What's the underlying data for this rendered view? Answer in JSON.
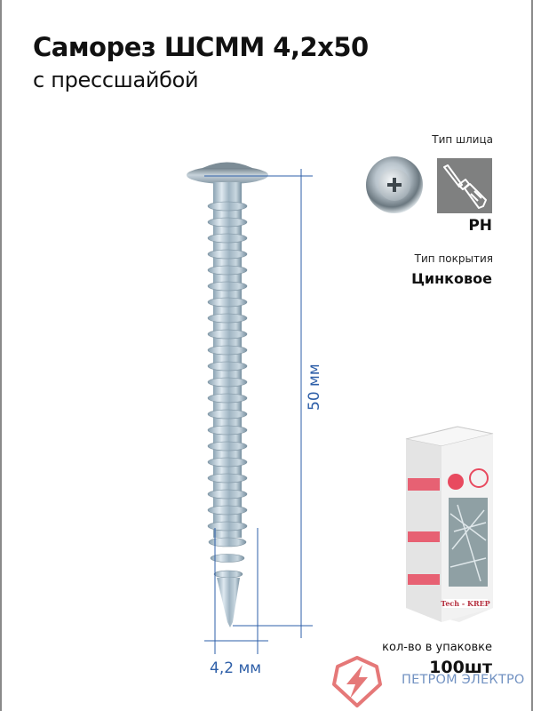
{
  "product": {
    "title": "Саморез ШСММ 4,2х50",
    "subtitle": "с прессшайбой"
  },
  "specs": {
    "slot_type_label": "Тип шлица",
    "slot_type_value": "PH",
    "coating_label": "Тип покрытия",
    "coating_value": "Цинковое",
    "package_label": "кол-во в упаковке",
    "package_value": "100шт"
  },
  "dimensions": {
    "length": "50 мм",
    "diameter": "4,2 мм"
  },
  "packaging": {
    "brand": "Tech - KREP"
  },
  "watermark": {
    "text": "ПЕТРОМ ЭЛЕКТРО"
  },
  "icons": {
    "slot_photo": "phillips-head-icon",
    "slot_tool": "screwdriver-icon",
    "logo": "lightning-hexagon-icon"
  },
  "colors": {
    "dimension_lines": "#2e5fa8",
    "icon_bg": "#7f8080",
    "logo_red": "#e06060",
    "logo_text": "#5a7fb8",
    "frame": "#8a8a8a"
  }
}
